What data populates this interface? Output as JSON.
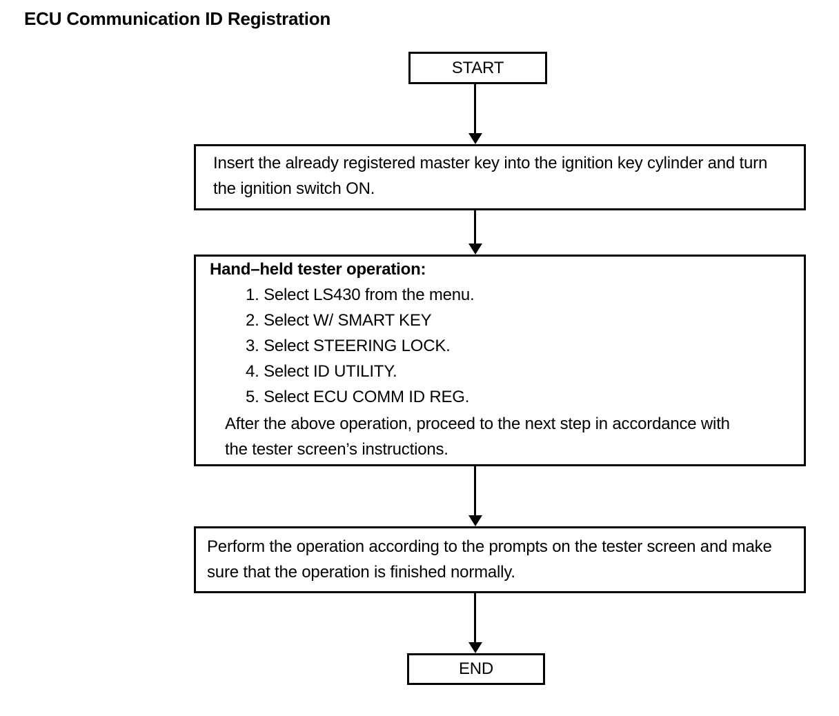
{
  "page": {
    "title": "ECU Communication ID Registration"
  },
  "colors": {
    "background": "#ffffff",
    "line": "#000000",
    "text": "#000000"
  },
  "flowchart": {
    "start": {
      "label": "START"
    },
    "end": {
      "label": "END"
    },
    "steps": [
      {
        "text": "Insert the already registered master key into the ignition key cylinder and turn the ignition switch ON."
      },
      {
        "heading": "Hand–held tester operation:",
        "items": [
          "1. Select LS430 from the menu.",
          "2. Select W/ SMART KEY",
          "3. Select STEERING LOCK.",
          "4. Select ID UTILITY.",
          "5. Select ECU COMM ID REG."
        ],
        "footer": "After the above operation, proceed to the next step in accordance with the tester screen’s instructions."
      },
      {
        "text": "Perform the operation according to the prompts on the tester screen and make sure that the operation is finished normally."
      }
    ]
  }
}
